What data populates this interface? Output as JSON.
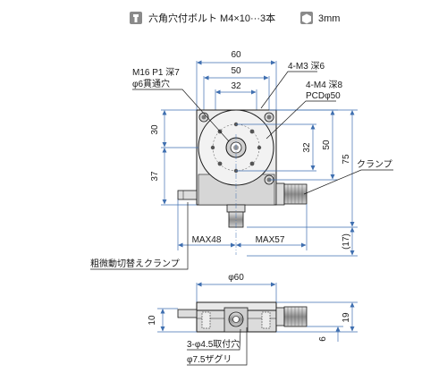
{
  "legend": {
    "item1_text": "六角穴付ボルト M4×10···3本",
    "item1_icon": "hex-socket-bolt-icon",
    "item2_text": "3mm",
    "item2_icon": "hex-key-icon"
  },
  "top_view": {
    "dim_width_outer": "60",
    "dim_width_mid": "50",
    "dim_width_inner": "32",
    "dim_left_upper": "30",
    "dim_left_lower": "37",
    "dim_right_inner": "32",
    "dim_right_outer": "50",
    "dim_right_total": "75",
    "dim_right_extra": "(17)",
    "dim_bottom_left": "MAX48",
    "dim_bottom_right": "MAX57",
    "callout_center_hole_1": "M16 P1 深7",
    "callout_center_hole_2": "φ6貫通穴",
    "callout_m3": "4-M3 深6",
    "callout_m4": "4-M4 深8",
    "callout_pcd": "PCDφ50",
    "callout_clamp": "クランプ",
    "callout_fine_clamp": "粗微動切替えクランプ"
  },
  "side_view": {
    "dim_top": "φ60",
    "dim_left": "10",
    "dim_right_total": "19",
    "dim_right_lower": "6",
    "callout_holes": "3-φ4.5取付穴",
    "callout_counterbore": "φ7.5ザグリ"
  },
  "colors": {
    "dimension_line": "#3f6fb0",
    "body_fill": "#dcdcdc",
    "body_dark": "#9a9a9a"
  }
}
